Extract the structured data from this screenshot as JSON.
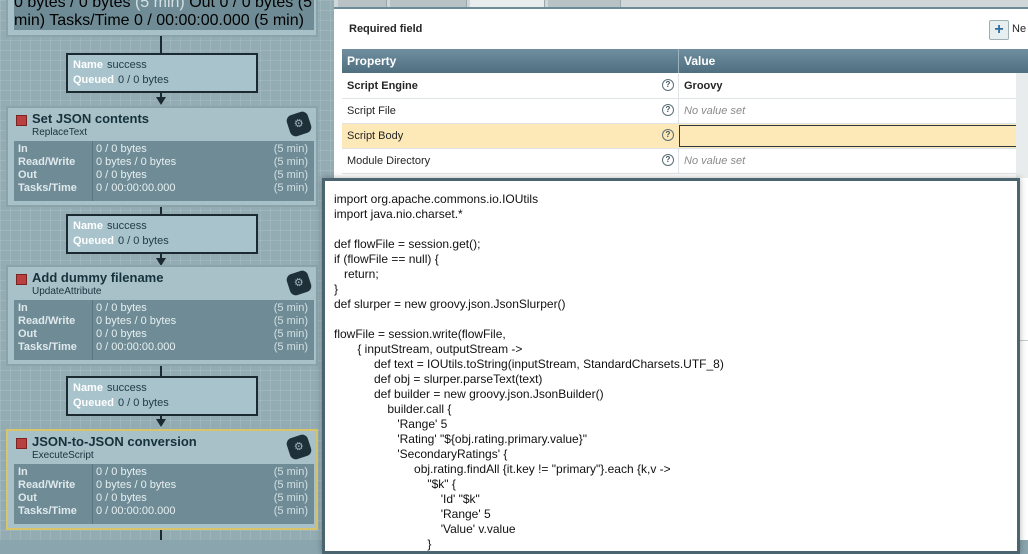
{
  "canvas": {
    "top_processor": {
      "stats": [
        {
          "label": "Out",
          "value": "0 / 0 bytes",
          "period": "(5 min)"
        },
        {
          "label": "Tasks/Time",
          "value": "0 / 00:00:00.000",
          "period": "(5 min)"
        }
      ],
      "partial_text": "0 bytes / 0 bytes"
    },
    "connections": [
      {
        "name_label": "Name",
        "name": "success",
        "queued_label": "Queued",
        "queued": "0 / 0 bytes"
      },
      {
        "name_label": "Name",
        "name": "success",
        "queued_label": "Queued",
        "queued": "0 / 0 bytes"
      },
      {
        "name_label": "Name",
        "name": "success",
        "queued_label": "Queued",
        "queued": "0 / 0 bytes"
      }
    ],
    "processors": [
      {
        "name": "Set JSON contents",
        "type": "ReplaceText",
        "stats": [
          {
            "label": "In",
            "value": "0 / 0 bytes",
            "period": "(5 min)"
          },
          {
            "label": "Read/Write",
            "value": "0 bytes / 0 bytes",
            "period": "(5 min)"
          },
          {
            "label": "Out",
            "value": "0 / 0 bytes",
            "period": "(5 min)"
          },
          {
            "label": "Tasks/Time",
            "value": "0 / 00:00:00.000",
            "period": "(5 min)"
          }
        ]
      },
      {
        "name": "Add dummy filename",
        "type": "UpdateAttribute",
        "stats": [
          {
            "label": "In",
            "value": "0 / 0 bytes",
            "period": "(5 min)"
          },
          {
            "label": "Read/Write",
            "value": "0 bytes / 0 bytes",
            "period": "(5 min)"
          },
          {
            "label": "Out",
            "value": "0 / 0 bytes",
            "period": "(5 min)"
          },
          {
            "label": "Tasks/Time",
            "value": "0 / 00:00:00.000",
            "period": "(5 min)"
          }
        ]
      },
      {
        "name": "JSON-to-JSON conversion",
        "type": "ExecuteScript",
        "stats": [
          {
            "label": "In",
            "value": "0 / 0 bytes",
            "period": "(5 min)"
          },
          {
            "label": "Read/Write",
            "value": "0 bytes / 0 bytes",
            "period": "(5 min)"
          },
          {
            "label": "Out",
            "value": "0 / 0 bytes",
            "period": "(5 min)"
          },
          {
            "label": "Tasks/Time",
            "value": "0 / 00:00:00.000",
            "period": "(5 min)"
          }
        ]
      }
    ]
  },
  "panel": {
    "required_field_label": "Required field",
    "new_property_label": "Ne",
    "new_property_icon": "plus-icon",
    "columns": {
      "property": "Property",
      "value": "Value"
    },
    "help_icon": "?",
    "properties": [
      {
        "name": "Script Engine",
        "value": "Groovy",
        "required": true,
        "set": true
      },
      {
        "name": "Script File",
        "value": "No value set",
        "required": false,
        "set": false
      },
      {
        "name": "Script Body",
        "value": "",
        "required": false,
        "set": true,
        "editing": true
      },
      {
        "name": "Module Directory",
        "value": "No value set",
        "required": false,
        "set": false
      }
    ]
  },
  "editor": {
    "lines": [
      "import org.apache.commons.io.IOUtils",
      "import java.nio.charset.*",
      "",
      "def flowFile = session.get();",
      "if (flowFile == null) {",
      "   return;",
      "}",
      "def slurper = new groovy.json.JsonSlurper()",
      "",
      "flowFile = session.write(flowFile,",
      "       { inputStream, outputStream ->",
      "            def text = IOUtils.toString(inputStream, StandardCharsets.UTF_8)",
      "            def obj = slurper.parseText(text)",
      "            def builder = new groovy.json.JsonBuilder()",
      "                builder.call {",
      "                   'Range' 5",
      "                   'Rating' \"${obj.rating.primary.value}\"",
      "                   'SecondaryRatings' {",
      "                        obj.rating.findAll {it.key != \"primary\"}.each {k,v ->",
      "                            \"$k\" {",
      "                                'Id' \"$k\"",
      "                                'Range' 5",
      "                                'Value' v.value",
      "                            }"
    ]
  },
  "colors": {
    "status_stopped": "#b8403f",
    "selected_border": "#d9c46a",
    "highlight_row": "#fde8b8",
    "header": "#5f7f90"
  }
}
